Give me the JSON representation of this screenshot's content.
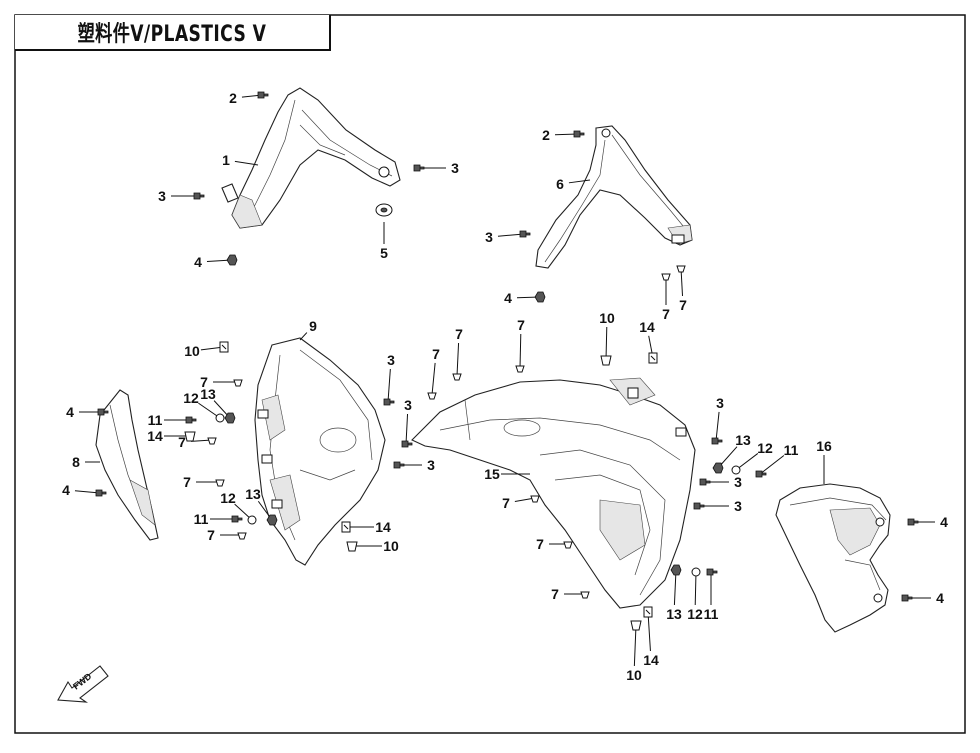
{
  "title": "塑料件Ⅴ/PLASTICS Ⅴ",
  "fwd_label": "FWD",
  "callouts": [
    "2",
    "1",
    "3",
    "3",
    "4",
    "5",
    "2",
    "6",
    "3",
    "4",
    "7",
    "7",
    "9",
    "10",
    "7",
    "13",
    "12",
    "11",
    "14",
    "7",
    "3",
    "3",
    "3",
    "7",
    "12",
    "13",
    "11",
    "7",
    "14",
    "10",
    "4",
    "8",
    "4",
    "7",
    "7",
    "7",
    "10",
    "14",
    "3",
    "15",
    "7",
    "7",
    "7",
    "13",
    "12",
    "11",
    "3",
    "3",
    "13",
    "12",
    "11",
    "10",
    "14",
    "16",
    "4",
    "4"
  ]
}
